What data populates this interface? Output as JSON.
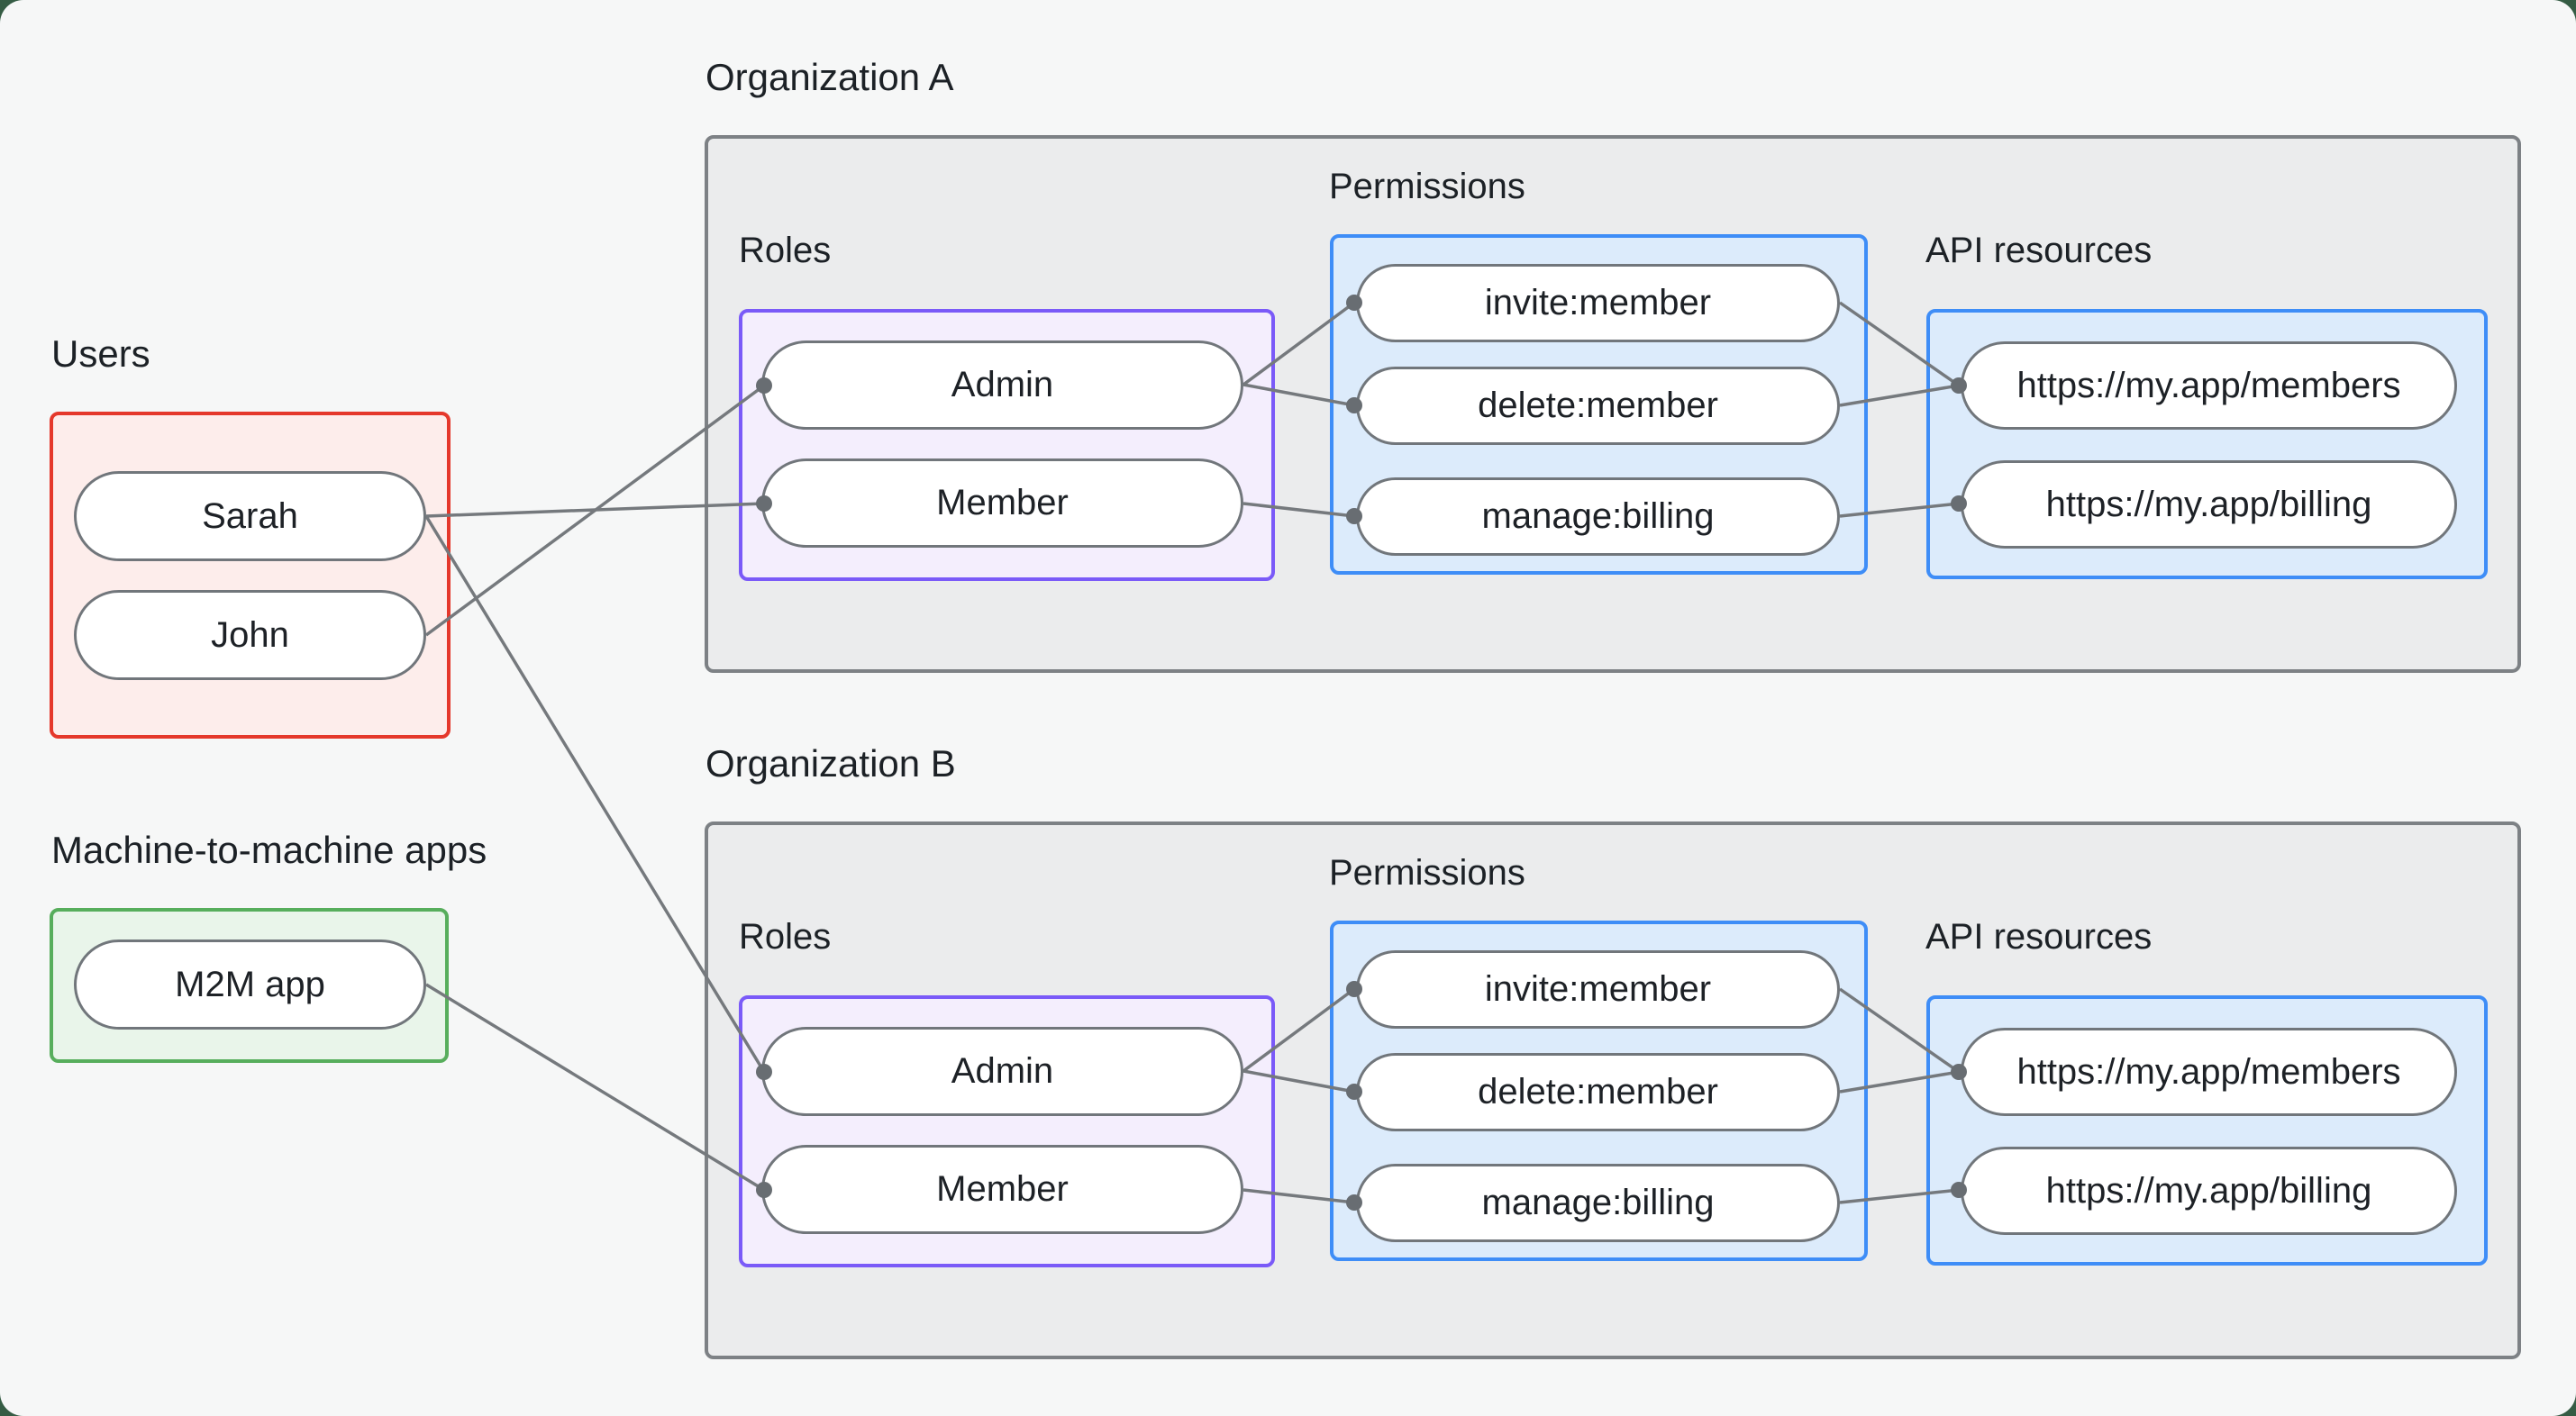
{
  "left_column": {
    "users_label": "Users",
    "users": [
      "Sarah",
      "John"
    ],
    "m2m_label": "Machine-to-machine apps",
    "m2m_apps": [
      "M2M app"
    ]
  },
  "organizations": [
    {
      "title": "Organization A",
      "roles_label": "Roles",
      "permissions_label": "Permissions",
      "api_label": "API resources",
      "roles": [
        "Admin",
        "Member"
      ],
      "permissions": [
        "invite:member",
        "delete:member",
        "manage:billing"
      ],
      "api_resources": [
        "https://my.app/members",
        "https://my.app/billing"
      ]
    },
    {
      "title": "Organization B",
      "roles_label": "Roles",
      "permissions_label": "Permissions",
      "api_label": "API resources",
      "roles": [
        "Admin",
        "Member"
      ],
      "permissions": [
        "invite:member",
        "delete:member",
        "manage:billing"
      ],
      "api_resources": [
        "https://my.app/members",
        "https://my.app/billing"
      ]
    }
  ],
  "connections": [
    {
      "from": "Sarah",
      "to": "Organization A / Member"
    },
    {
      "from": "John",
      "to": "Organization A / Admin"
    },
    {
      "from": "Sarah",
      "to": "Organization B / Admin"
    },
    {
      "from": "M2M app",
      "to": "Organization B / Member"
    },
    {
      "from": "Organization A / Admin",
      "to": "Organization A / invite:member"
    },
    {
      "from": "Organization A / Admin",
      "to": "Organization A / delete:member"
    },
    {
      "from": "Organization A / Member",
      "to": "Organization A / manage:billing"
    },
    {
      "from": "Organization A / invite:member",
      "to": "Organization A / https://my.app/members"
    },
    {
      "from": "Organization A / delete:member",
      "to": "Organization A / https://my.app/members"
    },
    {
      "from": "Organization A / manage:billing",
      "to": "Organization A / https://my.app/billing"
    },
    {
      "from": "Organization B / Admin",
      "to": "Organization B / invite:member"
    },
    {
      "from": "Organization B / Admin",
      "to": "Organization B / delete:member"
    },
    {
      "from": "Organization B / Member",
      "to": "Organization B / manage:billing"
    },
    {
      "from": "Organization B / invite:member",
      "to": "Organization B / https://my.app/members"
    },
    {
      "from": "Organization B / delete:member",
      "to": "Organization B / https://my.app/members"
    },
    {
      "from": "Organization B / manage:billing",
      "to": "Organization B / https://my.app/billing"
    }
  ],
  "colors": {
    "page_background": "#f6f7f7",
    "corner_backdrop": "#355c44",
    "org_box_fill": "#ebeced",
    "org_box_border": "#7d8185",
    "users_border": "#e5382b",
    "users_fill": "#fdedeb",
    "m2m_border": "#57ae5c",
    "m2m_fill": "#e9f5ea",
    "roles_border": "#7a5af8",
    "roles_fill": "#f4eefd",
    "blue_border": "#3e8df7",
    "blue_fill": "#dcebfb",
    "pill_border": "#71767b",
    "connector": "#75797d",
    "text": "#1c2126"
  }
}
